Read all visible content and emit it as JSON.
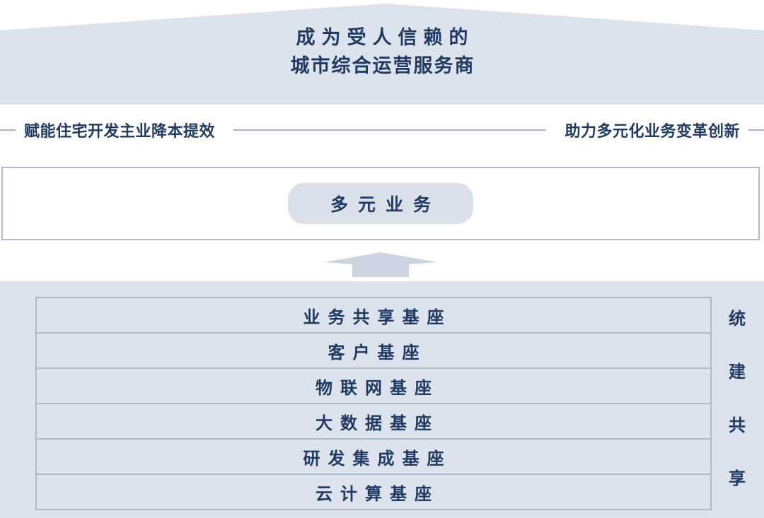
{
  "theme": {
    "page_background": "#ffffff",
    "roof_fill": "#dde3ec",
    "panel_fill": "#dbe2eb",
    "row_fill": "#dce3ec",
    "row_border": "#aab9cb",
    "pill_fill": "#dbe1ea",
    "text_navy": "#1f3a63",
    "rule_color": "#a9b5c6",
    "arrow_fill": "#ccd5e1"
  },
  "roof": {
    "title_line_1": "成为受人信赖的",
    "title_line_2": "城市综合运营服务商"
  },
  "divider": {
    "left_label": "赋能住宅开发主业降本提效",
    "right_label": "助力多元化业务变革创新"
  },
  "multi_business": {
    "pill_label": "多元业务"
  },
  "arrow": {
    "direction": "up",
    "icon": "arrow-up-icon"
  },
  "foundation": {
    "rows": [
      {
        "label": "业务共享基座"
      },
      {
        "label": "客户基座"
      },
      {
        "label": "物联网基座"
      },
      {
        "label": "大数据基座"
      },
      {
        "label": "研发集成基座"
      },
      {
        "label": "云计算基座"
      }
    ],
    "side_caption_chars": [
      "统",
      "建",
      "共",
      "享"
    ],
    "side_caption_text": "统建共享"
  }
}
